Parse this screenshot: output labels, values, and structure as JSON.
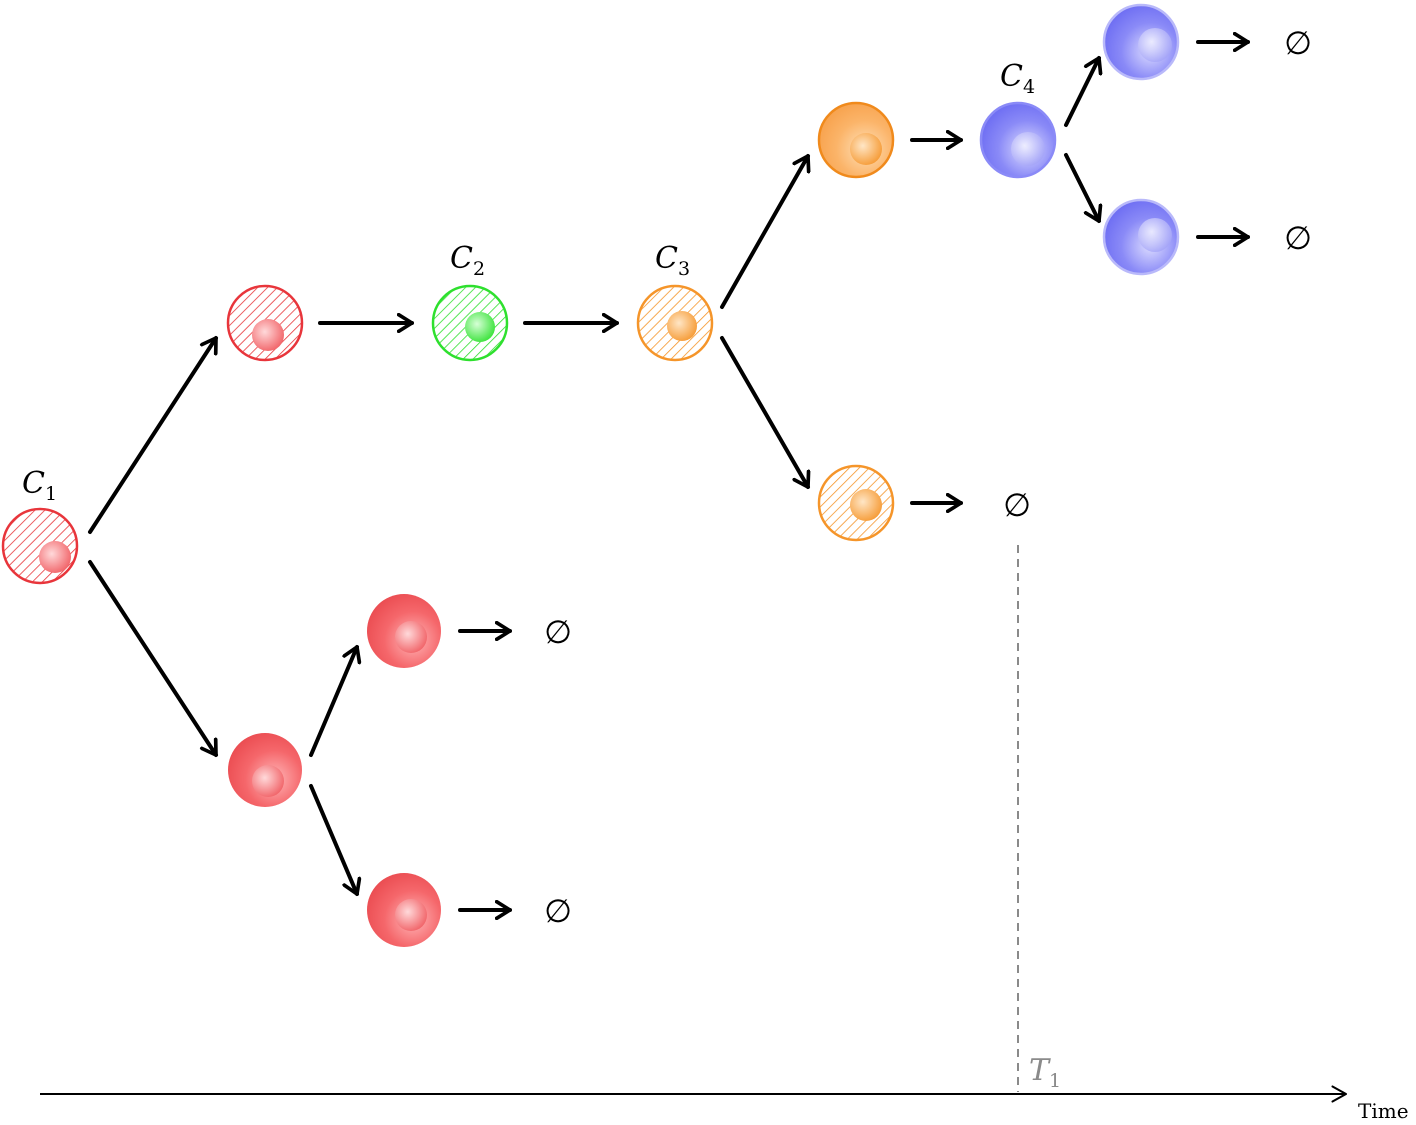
{
  "labels": {
    "c1": {
      "main": "C",
      "sub": "1"
    },
    "c2": {
      "main": "C",
      "sub": "2"
    },
    "c3": {
      "main": "C",
      "sub": "3"
    },
    "c4": {
      "main": "C",
      "sub": "4"
    },
    "t1": {
      "main": "T",
      "sub": "1"
    }
  },
  "empty_set": "∅",
  "time_axis": {
    "label": "Time"
  },
  "colors": {
    "red": "#e8353b",
    "green": "#2ee02e",
    "orange": "#f5952a",
    "blue": "#6666f5",
    "arrow": "#000000",
    "dashed_line": "#8a8a8a"
  }
}
